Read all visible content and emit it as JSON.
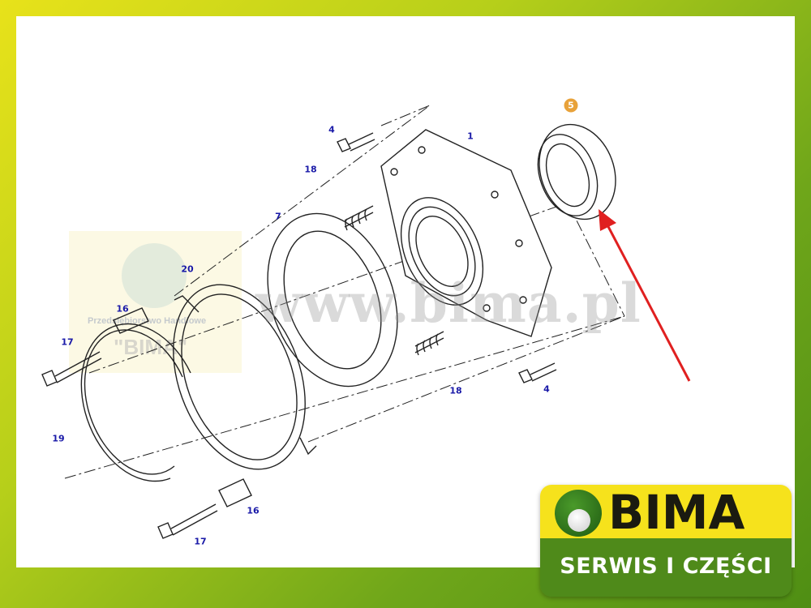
{
  "diagram": {
    "watermark_url": "www.bima.pl",
    "watermark_company": "Przedsiębiorstwo Handlowe",
    "watermark_name": "\"BIMA\"",
    "highlight_color": "#e8a23a",
    "arrow_color": "#e02020",
    "labels": {
      "bolt_top": "4",
      "housing": "1",
      "bearing": "5",
      "spring_top": "18",
      "gasket": "7",
      "tab_washer": "20",
      "sleeve_top": "16",
      "bolt_left": "17",
      "snap_ring": "19",
      "spring_bottom": "18",
      "bolt_right": "4",
      "sleeve_bottom": "16",
      "bolt_bottom": "17"
    }
  },
  "logo": {
    "name": "BIMA",
    "tagline": "SERWIS I CZĘŚCI"
  }
}
